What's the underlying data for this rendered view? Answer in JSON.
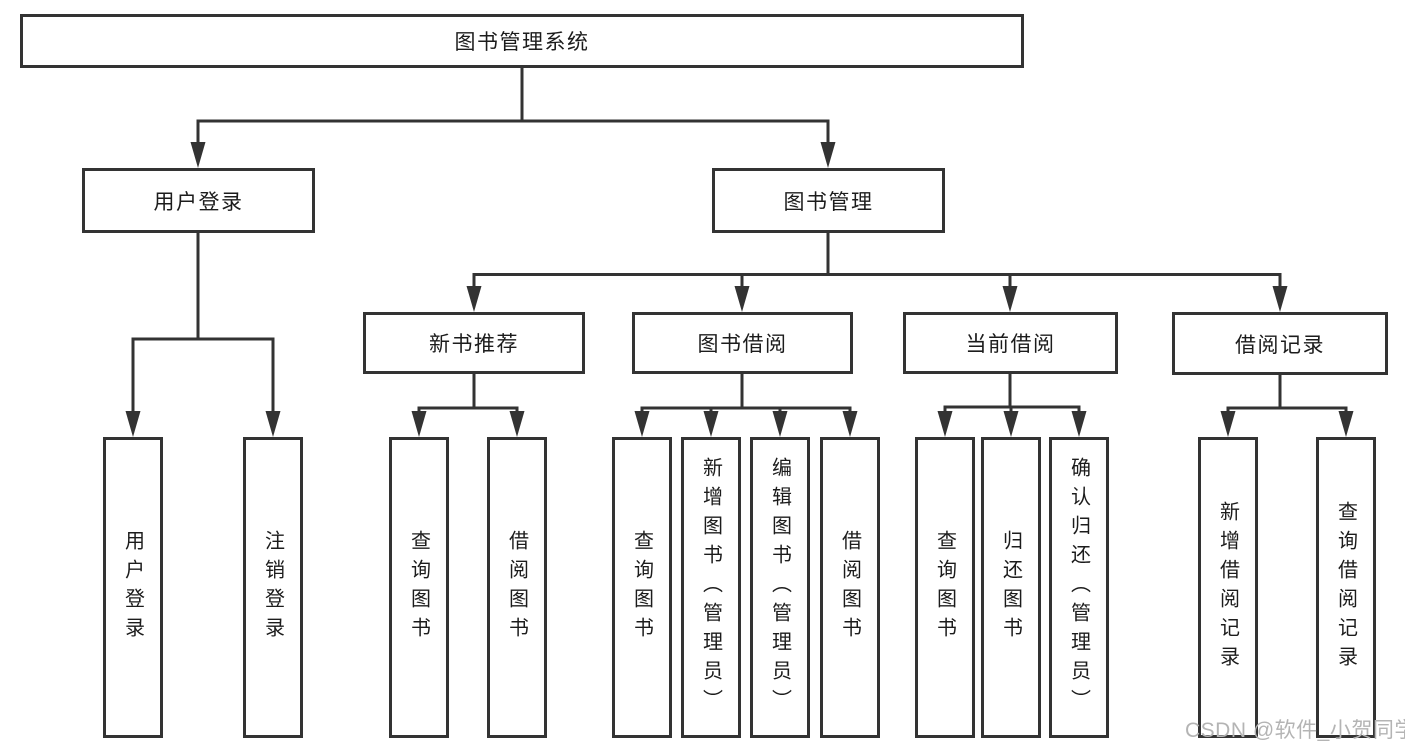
{
  "colors": {
    "line": "#333333",
    "text": "#1c1c1c",
    "background": "#ffffff",
    "watermark_gray": "#b4b4b4"
  },
  "watermark": "CSDN @软件_小贺同学",
  "tree": {
    "label": "图书管理系统",
    "children": [
      {
        "label": "用户登录",
        "children": [
          {
            "label": "用户登录"
          },
          {
            "label": "注销登录"
          }
        ]
      },
      {
        "label": "图书管理",
        "children": [
          {
            "label": "新书推荐",
            "children": [
              {
                "label": "查询图书"
              },
              {
                "label": "借阅图书"
              }
            ]
          },
          {
            "label": "图书借阅",
            "children": [
              {
                "label": "查询图书"
              },
              {
                "label": "新增图书（管理员）"
              },
              {
                "label": "编辑图书（管理员）"
              },
              {
                "label": "借阅图书"
              }
            ]
          },
          {
            "label": "当前借阅",
            "children": [
              {
                "label": "查询图书"
              },
              {
                "label": "归还图书"
              },
              {
                "label": "确认归还（管理员）"
              }
            ]
          },
          {
            "label": "借阅记录",
            "children": [
              {
                "label": "新增借阅记录"
              },
              {
                "label": "查询借阅记录"
              }
            ]
          }
        ]
      }
    ]
  }
}
